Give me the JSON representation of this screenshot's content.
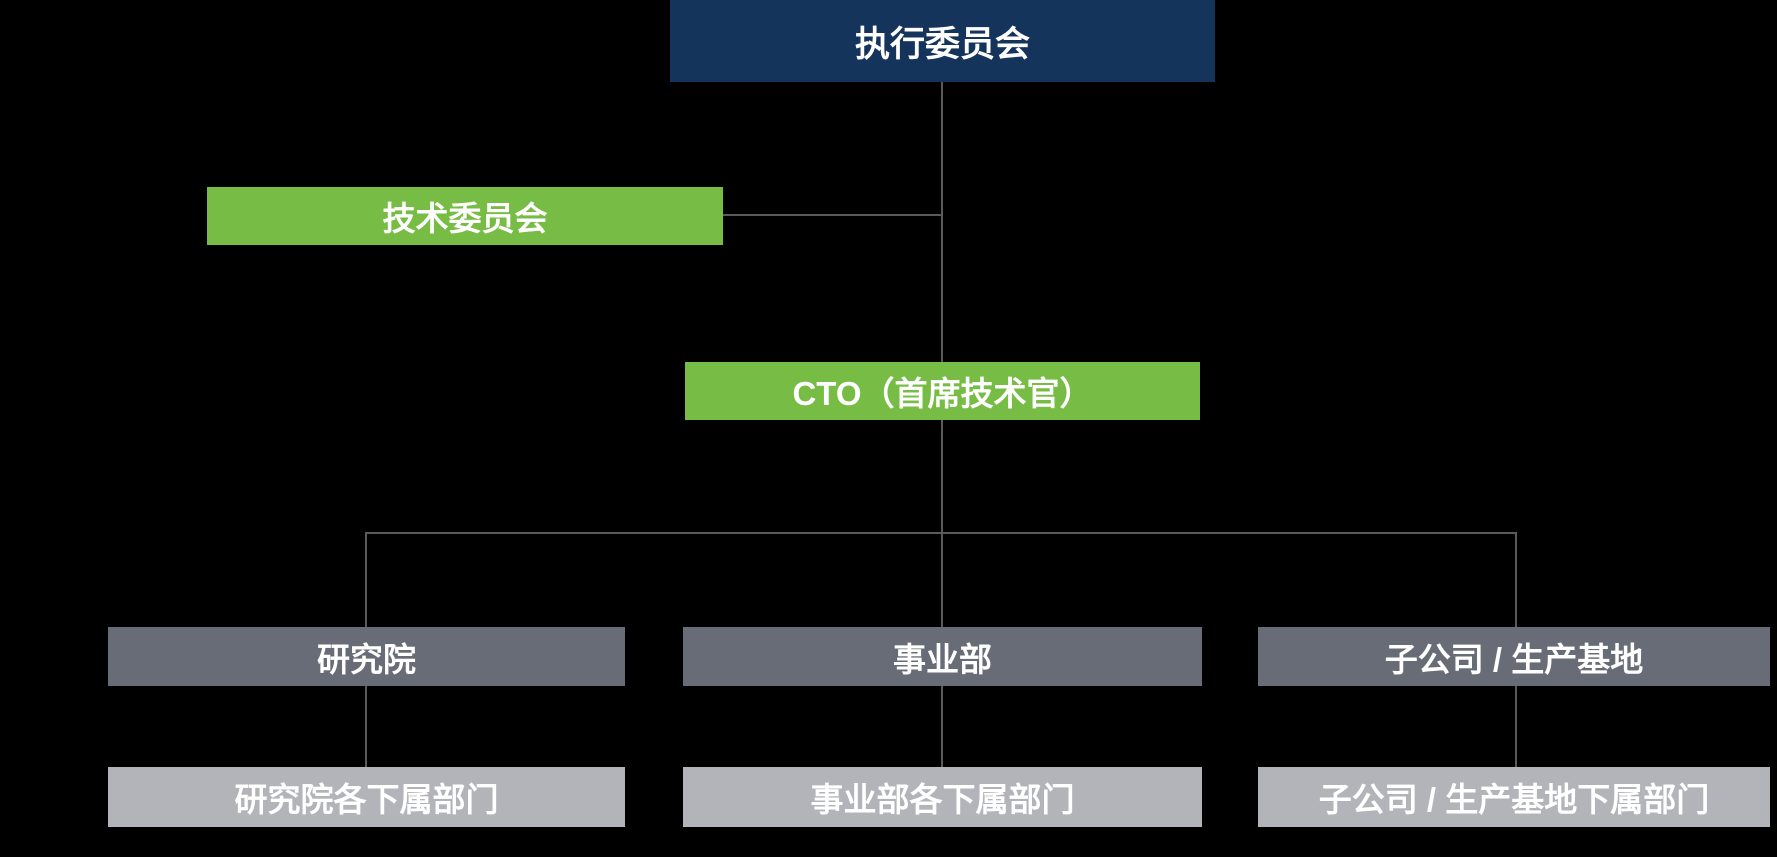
{
  "diagram": {
    "type": "org-chart",
    "background": "#000000",
    "line_color": "#5A5A5A",
    "text_color": "#FFFFFF",
    "nodes": {
      "executive_committee": {
        "label": "执行委员会",
        "color": "#14345C"
      },
      "tech_committee": {
        "label": "技术委员会",
        "color": "#77BC44"
      },
      "cto": {
        "label": "CTO（首席技术官）",
        "color": "#77BC44"
      },
      "research_institute": {
        "label": "研究院",
        "color": "#686C76"
      },
      "business_division": {
        "label": "事业部",
        "color": "#686C76"
      },
      "subsidiary": {
        "label": "子公司 / 生产基地",
        "color": "#686C76"
      },
      "research_institute_departments": {
        "label": "研究院各下属部门",
        "color": "#B3B4B9"
      },
      "business_division_departments": {
        "label": "事业部各下属部门",
        "color": "#B3B4B9"
      },
      "subsidiary_departments": {
        "label": "子公司 / 生产基地下属部门",
        "color": "#B3B4B9"
      }
    },
    "edges": [
      {
        "from": "executive_committee",
        "to": "cto"
      },
      {
        "from": "executive_committee",
        "to": "tech_committee",
        "style": "side-branch"
      },
      {
        "from": "cto",
        "to": "research_institute"
      },
      {
        "from": "cto",
        "to": "business_division"
      },
      {
        "from": "cto",
        "to": "subsidiary"
      },
      {
        "from": "research_institute",
        "to": "research_institute_departments"
      },
      {
        "from": "business_division",
        "to": "business_division_departments"
      },
      {
        "from": "subsidiary",
        "to": "subsidiary_departments"
      }
    ]
  }
}
